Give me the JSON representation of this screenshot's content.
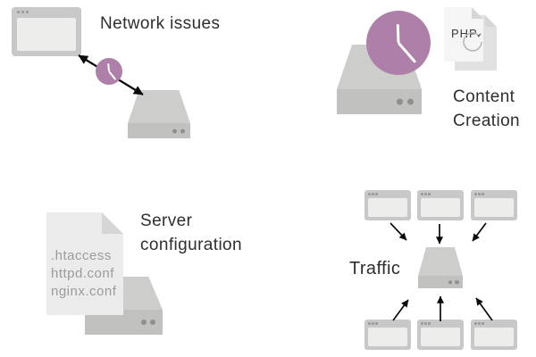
{
  "colors": {
    "accent": "#ae7fa8",
    "server-top": "#cdcdcc",
    "server-front": "#c1c1c0",
    "server-dot": "#8f8f8f",
    "window-frame": "#c8c8c8",
    "window-body": "#ededeb",
    "window-dot": "#999999",
    "doc-body": "#ebebeb",
    "doc-fold": "#d6d6d6",
    "doc-back": "#e1e1e1",
    "doc-front-light": "#f5f5f5",
    "text-dark": "#2e2e2e",
    "text-muted": "#9b9b9b",
    "arrow": "#0a0a0a"
  },
  "icons": {
    "browser-window": "css window frame with three dots",
    "server": "css 3d flat box with two led dots",
    "clock": "purple circle with white hands",
    "document": "page with folded top-right corner",
    "refresh": "svg circular arrow",
    "arrow": "svg line with triangular head"
  },
  "sections": {
    "network_issues": {
      "label": "Network issues"
    },
    "content_creation": {
      "label": "Content Creation",
      "file_badge": "PHP"
    },
    "server_configuration": {
      "label": "Server configuration",
      "config_files": [
        ".htaccess",
        "httpd.conf",
        "nginx.conf"
      ]
    },
    "traffic": {
      "label": "Traffic"
    }
  }
}
